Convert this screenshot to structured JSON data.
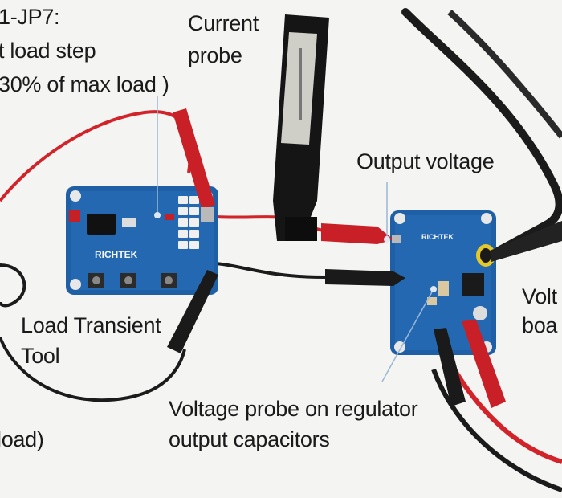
{
  "labels": {
    "jumper": {
      "line1": "1-JP7:",
      "line2": "t load step",
      "line3": "30% of max load )"
    },
    "current_probe": {
      "line1": "Current",
      "line2": "probe"
    },
    "output_voltage": "Output voltage",
    "load_transient_tool": {
      "line1": "Load Transient",
      "line2": "Tool"
    },
    "voltage_probe_on_caps": {
      "line1": "Voltage probe on regulator",
      "line2": "output capacitors"
    },
    "voltage_board": {
      "line1": "Volt",
      "line2": "boa"
    },
    "load_fragment": " load)"
  },
  "board_marks": {
    "richtek_logo": "RICHTEK",
    "regulator_logo": "RICHTEK"
  },
  "colors": {
    "background": "#f4f4f2",
    "pcb_blue": "#1e5fa6",
    "wire_red": "#d2232a",
    "wire_black": "#1b1b1b",
    "probe_black": "#151515",
    "label_text": "#1a1a1a"
  }
}
